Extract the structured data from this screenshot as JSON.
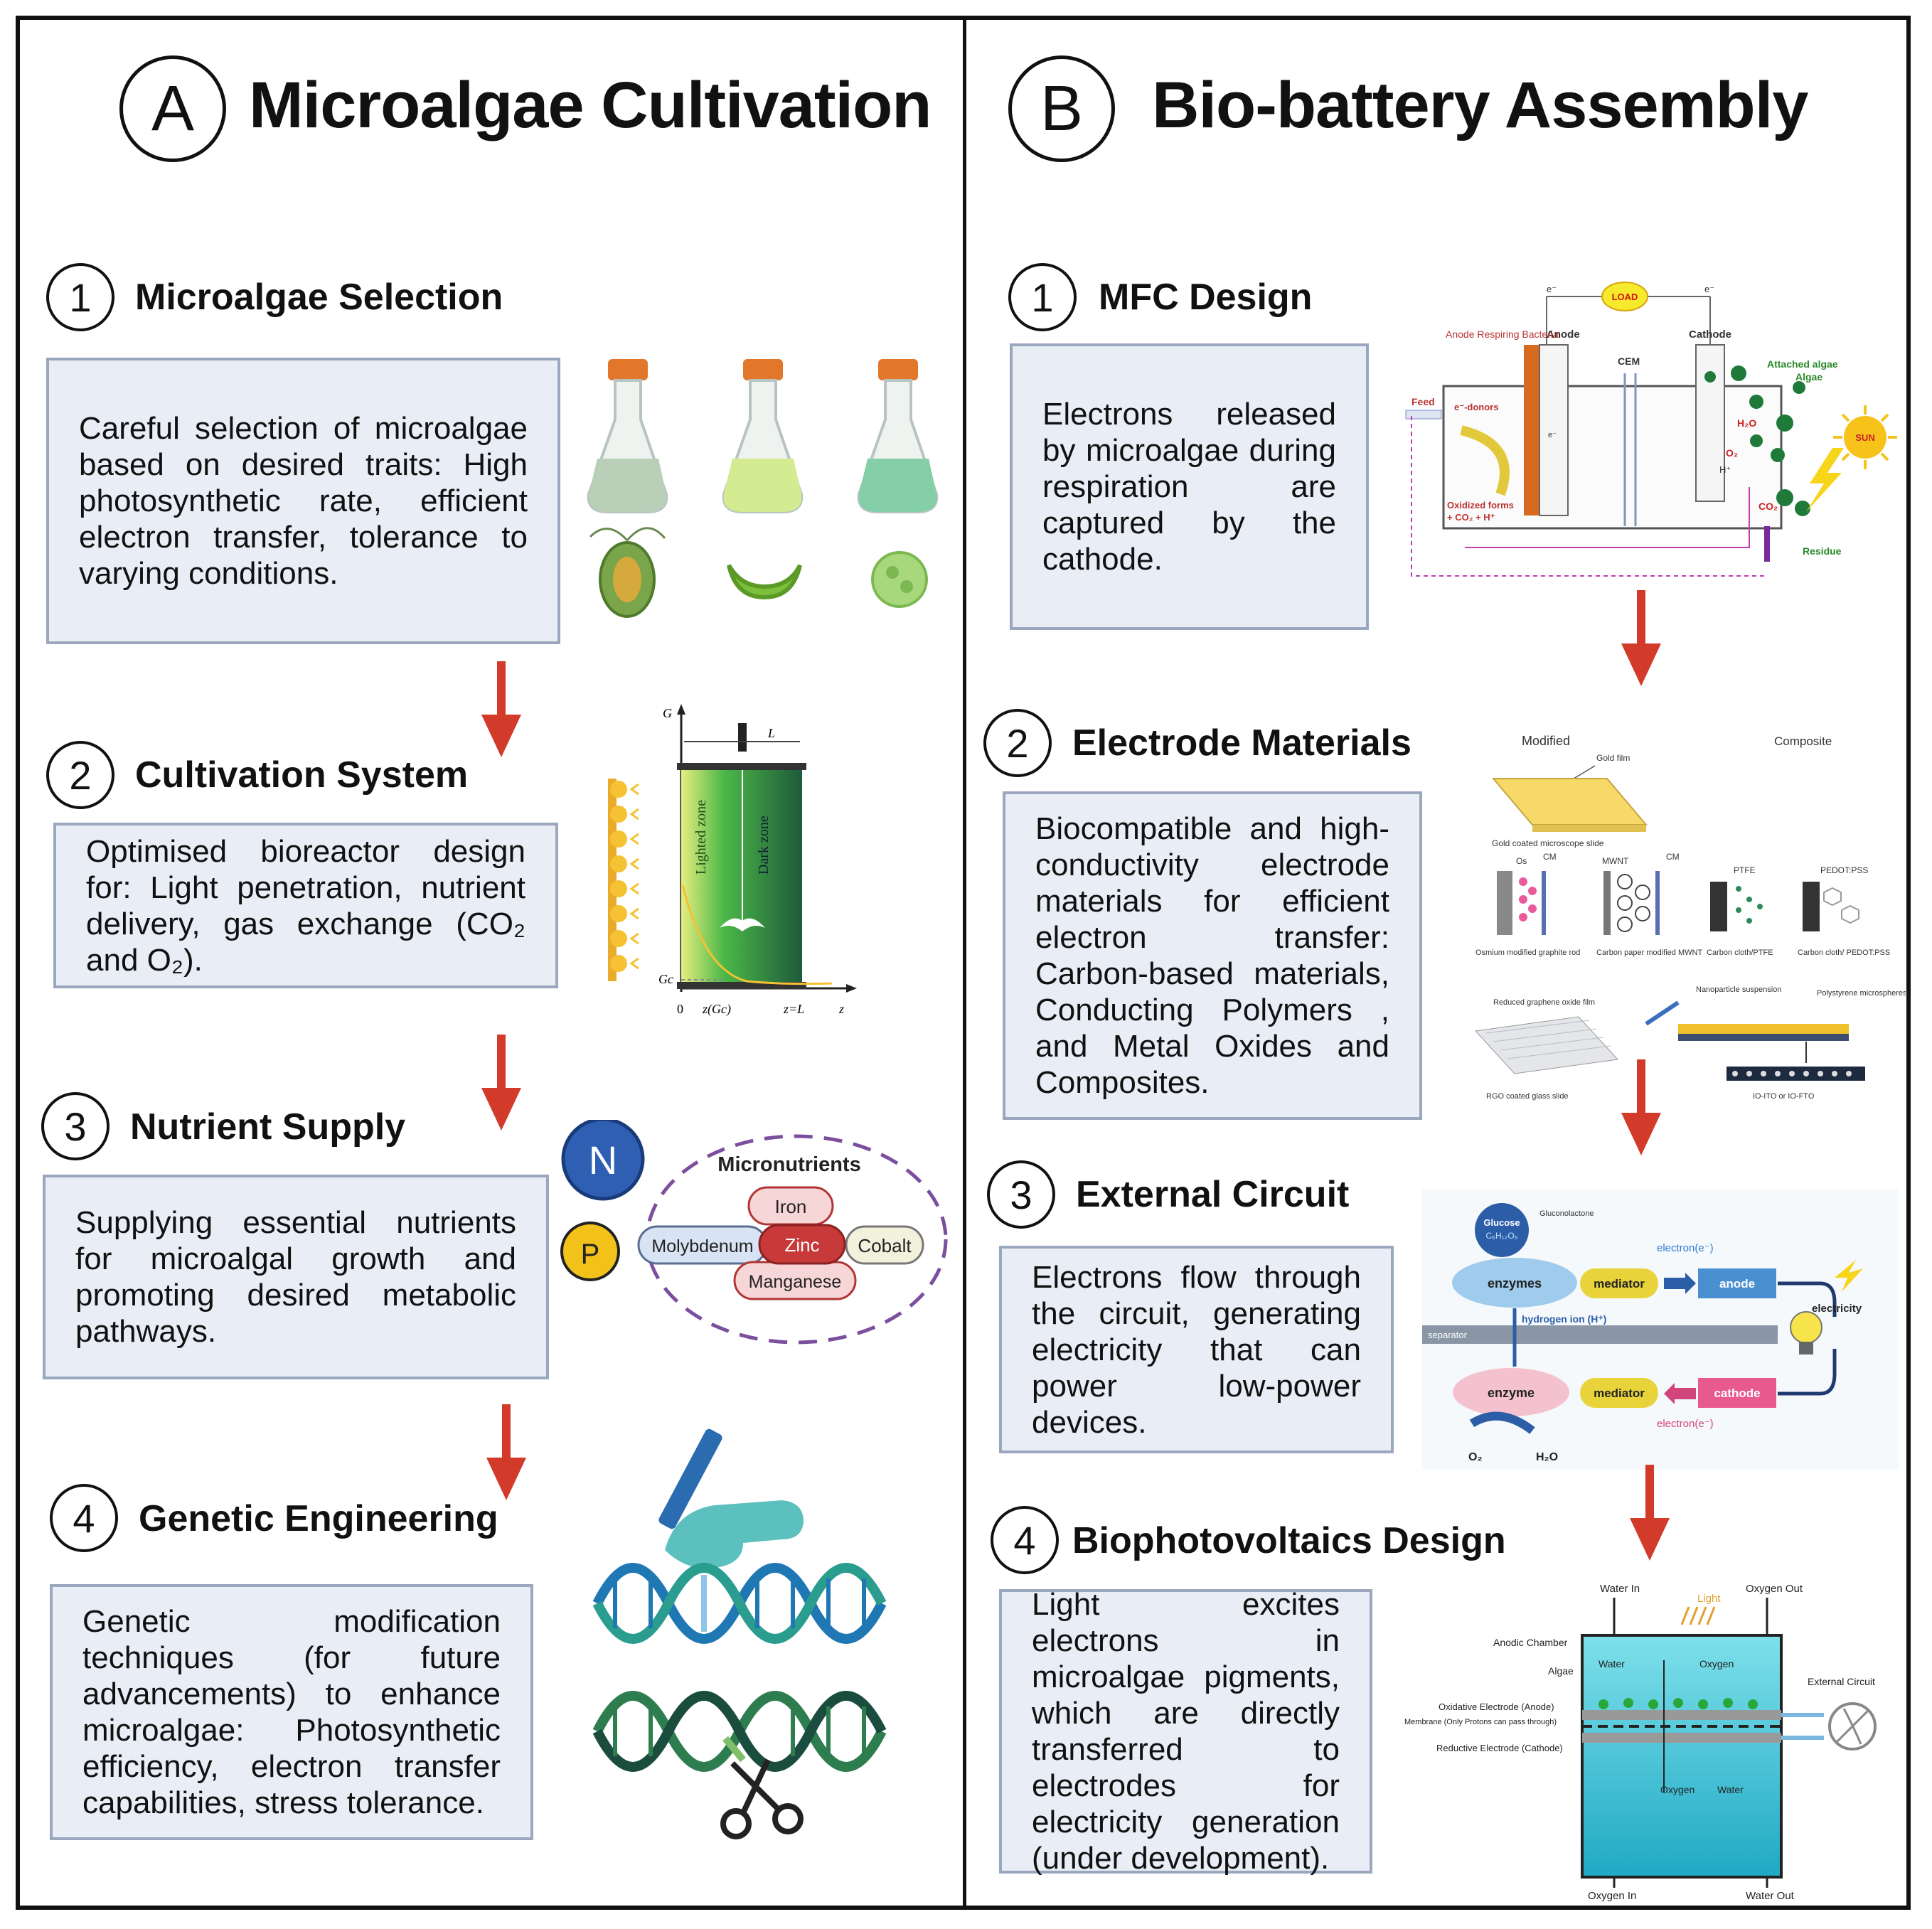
{
  "panel_a": {
    "letter": "A",
    "title": "Microalgae Cultivation",
    "steps": [
      {
        "num": "1",
        "title": "Microalgae Selection",
        "text": "Careful selection of microalgae based on desired traits: High photosynthetic rate, efficient electron transfer, tolerance to varying conditions."
      },
      {
        "num": "2",
        "title": "Cultivation System",
        "text": "Optimised bioreactor design for: Light penetration, nutrient delivery, gas exchange (CO₂ and O₂)."
      },
      {
        "num": "3",
        "title": "Nutrient Supply",
        "text": "Supplying essential nutrients for microalgal growth and promoting desired metabolic pathways."
      },
      {
        "num": "4",
        "title": "Genetic Engineering",
        "text": "Genetic modification techniques (for future advancements) to enhance microalgae: Photosynthetic efficiency, electron transfer capabilities, stress tolerance."
      }
    ],
    "bioreactor": {
      "g_axis": "G",
      "l_label": "L",
      "lighted": "Lighted zone",
      "dark": "Dark zone",
      "gc": "Gc",
      "zero": "0",
      "zgc": "z(Gc)",
      "zl": "z=L",
      "z": "z"
    },
    "nutrients": {
      "n": "N",
      "p": "P",
      "title": "Micronutrients",
      "iron": "Iron",
      "molybdenum": "Molybdenum",
      "zinc": "Zinc",
      "cobalt": "Cobalt",
      "manganese": "Manganese"
    }
  },
  "panel_b": {
    "letter": "B",
    "title": "Bio-battery Assembly",
    "steps": [
      {
        "num": "1",
        "title": "MFC Design",
        "text": "Electrons released by microalgae during respiration are captured by the cathode."
      },
      {
        "num": "2",
        "title": "Electrode Materials",
        "text": "Biocompatible and high-conductivity electrode materials for efficient electron transfer: Carbon-based materials, Conducting Polymers , and Metal Oxides and Composites."
      },
      {
        "num": "3",
        "title": "External Circuit",
        "text": "Electrons flow through the circuit, generating electricity that can power low-power devices."
      },
      {
        "num": "4",
        "title": "Biophotovoltaics Design",
        "text": "Light excites electrons in microalgae pigments, which are directly transferred to electrodes for electricity generation (under development)."
      }
    ],
    "mfc": {
      "load": "LOAD",
      "e1": "e⁻",
      "e2": "e⁻",
      "anode": "Anode",
      "cathode": "Cathode",
      "cem": "CEM",
      "anode_bacteria": "Anode Respiring Bacteria",
      "attached_algae": "Attached algae",
      "algae": "Algae",
      "feed": "Feed",
      "e_donors": "e⁻-donors",
      "h2o": "H₂O",
      "o2": "O₂",
      "h": "H⁺",
      "co2": "CO₂",
      "sun": "SUN",
      "oxidized": "Oxidized forms",
      "oxidized2": "+ CO₂ + H⁺",
      "residue": "Residue",
      "e3": "e⁻"
    },
    "electrodes": {
      "modified": "Modified",
      "composite": "Composite",
      "gold_film": "Gold film",
      "gold_slide": "Gold coated microscope slide",
      "os": "Os",
      "cm1": "CM",
      "mwnt": "MWNT",
      "cm2": "CM",
      "ptfe": "PTFE",
      "pedot": "PEDOT:PSS",
      "osmium": "Osmium modified graphite rod",
      "carbon_paper": "Carbon paper modified MWNT",
      "carbon_cloth": "Carbon cloth/PTFE",
      "carbon_cloth2": "Carbon cloth/ PEDOT:PSS",
      "rgo_film": "Reduced graphene oxide film",
      "nano": "Nanoparticle suspension",
      "poly": "Polystyrene microspheres",
      "rgo_slide": "RGO coated glass slide",
      "io": "IO-ITO or IO-FTO"
    },
    "circuit": {
      "glucose": "Glucose",
      "formula": "C₆H₁₂O₆",
      "gluconolactone": "Gluconolactone",
      "enzymes": "enzymes",
      "mediator1": "mediator",
      "anode": "anode",
      "electron1": "electron(e⁻)",
      "electricity": "electricity",
      "separator": "separator",
      "hydrogen": "hydrogen ion (H⁺)",
      "enzyme": "enzyme",
      "mediator2": "mediator",
      "cathode": "cathode",
      "electron2": "electron(e⁻)",
      "o2": "O₂",
      "h2o": "H₂O"
    },
    "bpv": {
      "water_in": "Water In",
      "oxygen_out": "Oxygen Out",
      "light": "Light",
      "anodic": "Anodic Chamber",
      "algae": "Algae",
      "water": "Water",
      "oxygen": "Oxygen",
      "external": "External Circuit",
      "oxidative": "Oxidative Electrode (Anode)",
      "membrane": "Membrane (Only Protons can pass through)",
      "reductive": "Reductive Electrode (Cathode)",
      "oxygen2": "Oxygen",
      "water2": "Water",
      "oxygen_in": "Oxygen In",
      "water_out": "Water Out"
    }
  },
  "colors": {
    "arrow": "#d23a2a",
    "box_fill": "#e9eef6",
    "box_border": "#9aa7bf"
  }
}
